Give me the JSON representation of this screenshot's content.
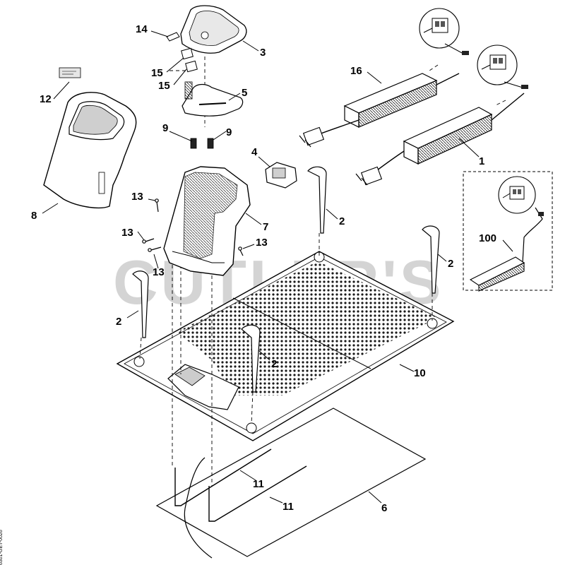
{
  "watermark": {
    "text": "CUTLER'S"
  },
  "doc_ref": "6301-GET-0026",
  "callouts": {
    "c1": "1",
    "c2a": "2",
    "c2b": "2",
    "c2c": "2",
    "c2d": "2",
    "c3": "3",
    "c4": "4",
    "c5": "5",
    "c6": "6",
    "c7": "7",
    "c8": "8",
    "c9a": "9",
    "c9b": "9",
    "c10": "10",
    "c11a": "11",
    "c11b": "11",
    "c12": "12",
    "c13a": "13",
    "c13b": "13",
    "c13c": "13",
    "c13d": "13",
    "c14": "14",
    "c15a": "15",
    "c15b": "15",
    "c16": "16",
    "c100": "100"
  }
}
